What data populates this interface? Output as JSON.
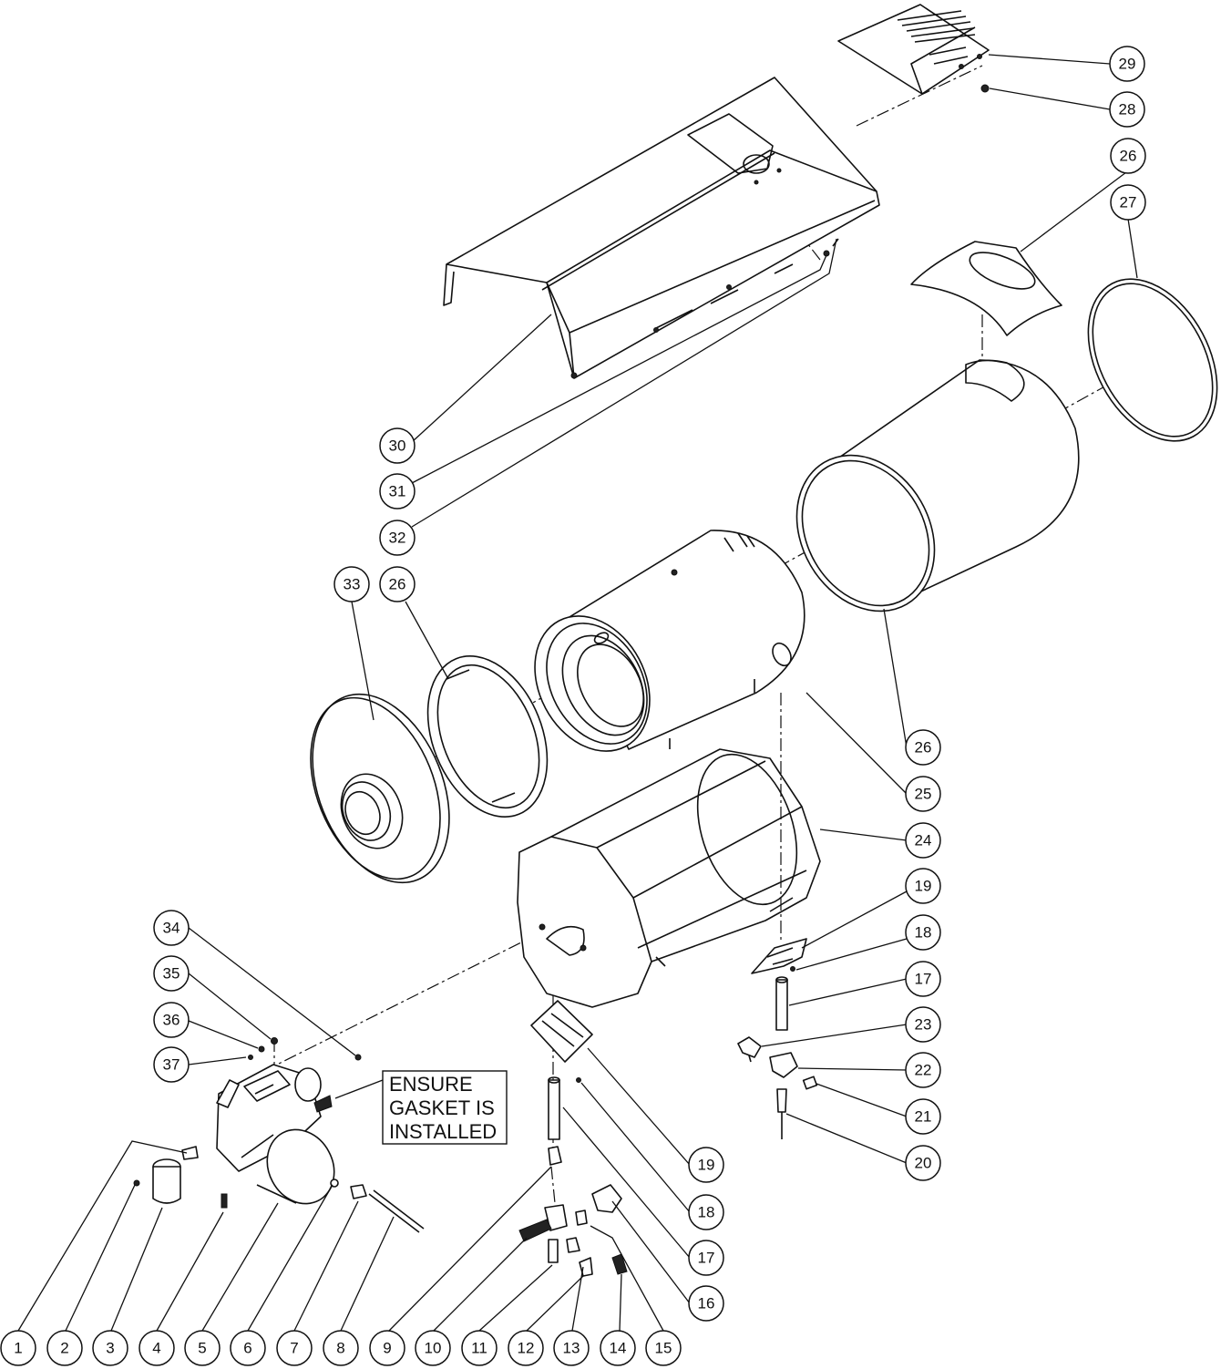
{
  "note": {
    "lines": [
      "ENSURE",
      "GASKET IS",
      "INSTALLED"
    ]
  },
  "callouts": [
    {
      "id": "c1",
      "label": "1"
    },
    {
      "id": "c2",
      "label": "2"
    },
    {
      "id": "c3",
      "label": "3"
    },
    {
      "id": "c4",
      "label": "4"
    },
    {
      "id": "c5",
      "label": "5"
    },
    {
      "id": "c6",
      "label": "6"
    },
    {
      "id": "c7",
      "label": "7"
    },
    {
      "id": "c8",
      "label": "8"
    },
    {
      "id": "c9",
      "label": "9"
    },
    {
      "id": "c10",
      "label": "10"
    },
    {
      "id": "c11",
      "label": "11"
    },
    {
      "id": "c12",
      "label": "12"
    },
    {
      "id": "c13",
      "label": "13"
    },
    {
      "id": "c14",
      "label": "14"
    },
    {
      "id": "c15",
      "label": "15"
    },
    {
      "id": "c16",
      "label": "16"
    },
    {
      "id": "c17a",
      "label": "17"
    },
    {
      "id": "c18a",
      "label": "18"
    },
    {
      "id": "c19a",
      "label": "19"
    },
    {
      "id": "c20",
      "label": "20"
    },
    {
      "id": "c21",
      "label": "21"
    },
    {
      "id": "c22",
      "label": "22"
    },
    {
      "id": "c23",
      "label": "23"
    },
    {
      "id": "c17b",
      "label": "17"
    },
    {
      "id": "c18b",
      "label": "18"
    },
    {
      "id": "c19b",
      "label": "19"
    },
    {
      "id": "c24",
      "label": "24"
    },
    {
      "id": "c25",
      "label": "25"
    },
    {
      "id": "c26a",
      "label": "26"
    },
    {
      "id": "c26b",
      "label": "26"
    },
    {
      "id": "c26c",
      "label": "26"
    },
    {
      "id": "c27",
      "label": "27"
    },
    {
      "id": "c28",
      "label": "28"
    },
    {
      "id": "c29",
      "label": "29"
    },
    {
      "id": "c30",
      "label": "30"
    },
    {
      "id": "c31",
      "label": "31"
    },
    {
      "id": "c32",
      "label": "32"
    },
    {
      "id": "c33",
      "label": "33"
    },
    {
      "id": "c34",
      "label": "34"
    },
    {
      "id": "c35",
      "label": "35"
    },
    {
      "id": "c36",
      "label": "36"
    },
    {
      "id": "c37",
      "label": "37"
    }
  ]
}
